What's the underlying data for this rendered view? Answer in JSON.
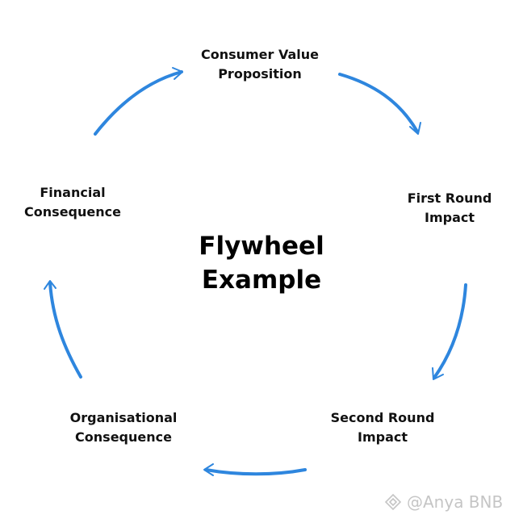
{
  "title": {
    "line1": "Flywheel",
    "line2": "Example"
  },
  "nodes": {
    "top": {
      "line1": "Consumer Value",
      "line2": "Proposition"
    },
    "right": {
      "line1": "First Round",
      "line2": "Impact"
    },
    "bottom_right": {
      "line1": "Second Round",
      "line2": "Impact"
    },
    "bottom_left": {
      "line1": "Organisational",
      "line2": "Consequence"
    },
    "left": {
      "line1": "Financial",
      "line2": "Consequence"
    }
  },
  "watermark": {
    "text": "@Anya BNB"
  },
  "colors": {
    "arrow": "#2E86DE",
    "text": "#111111",
    "watermark": "#9A9A9A"
  },
  "icons": {
    "watermark_logo": "binance-diamond-icon"
  }
}
